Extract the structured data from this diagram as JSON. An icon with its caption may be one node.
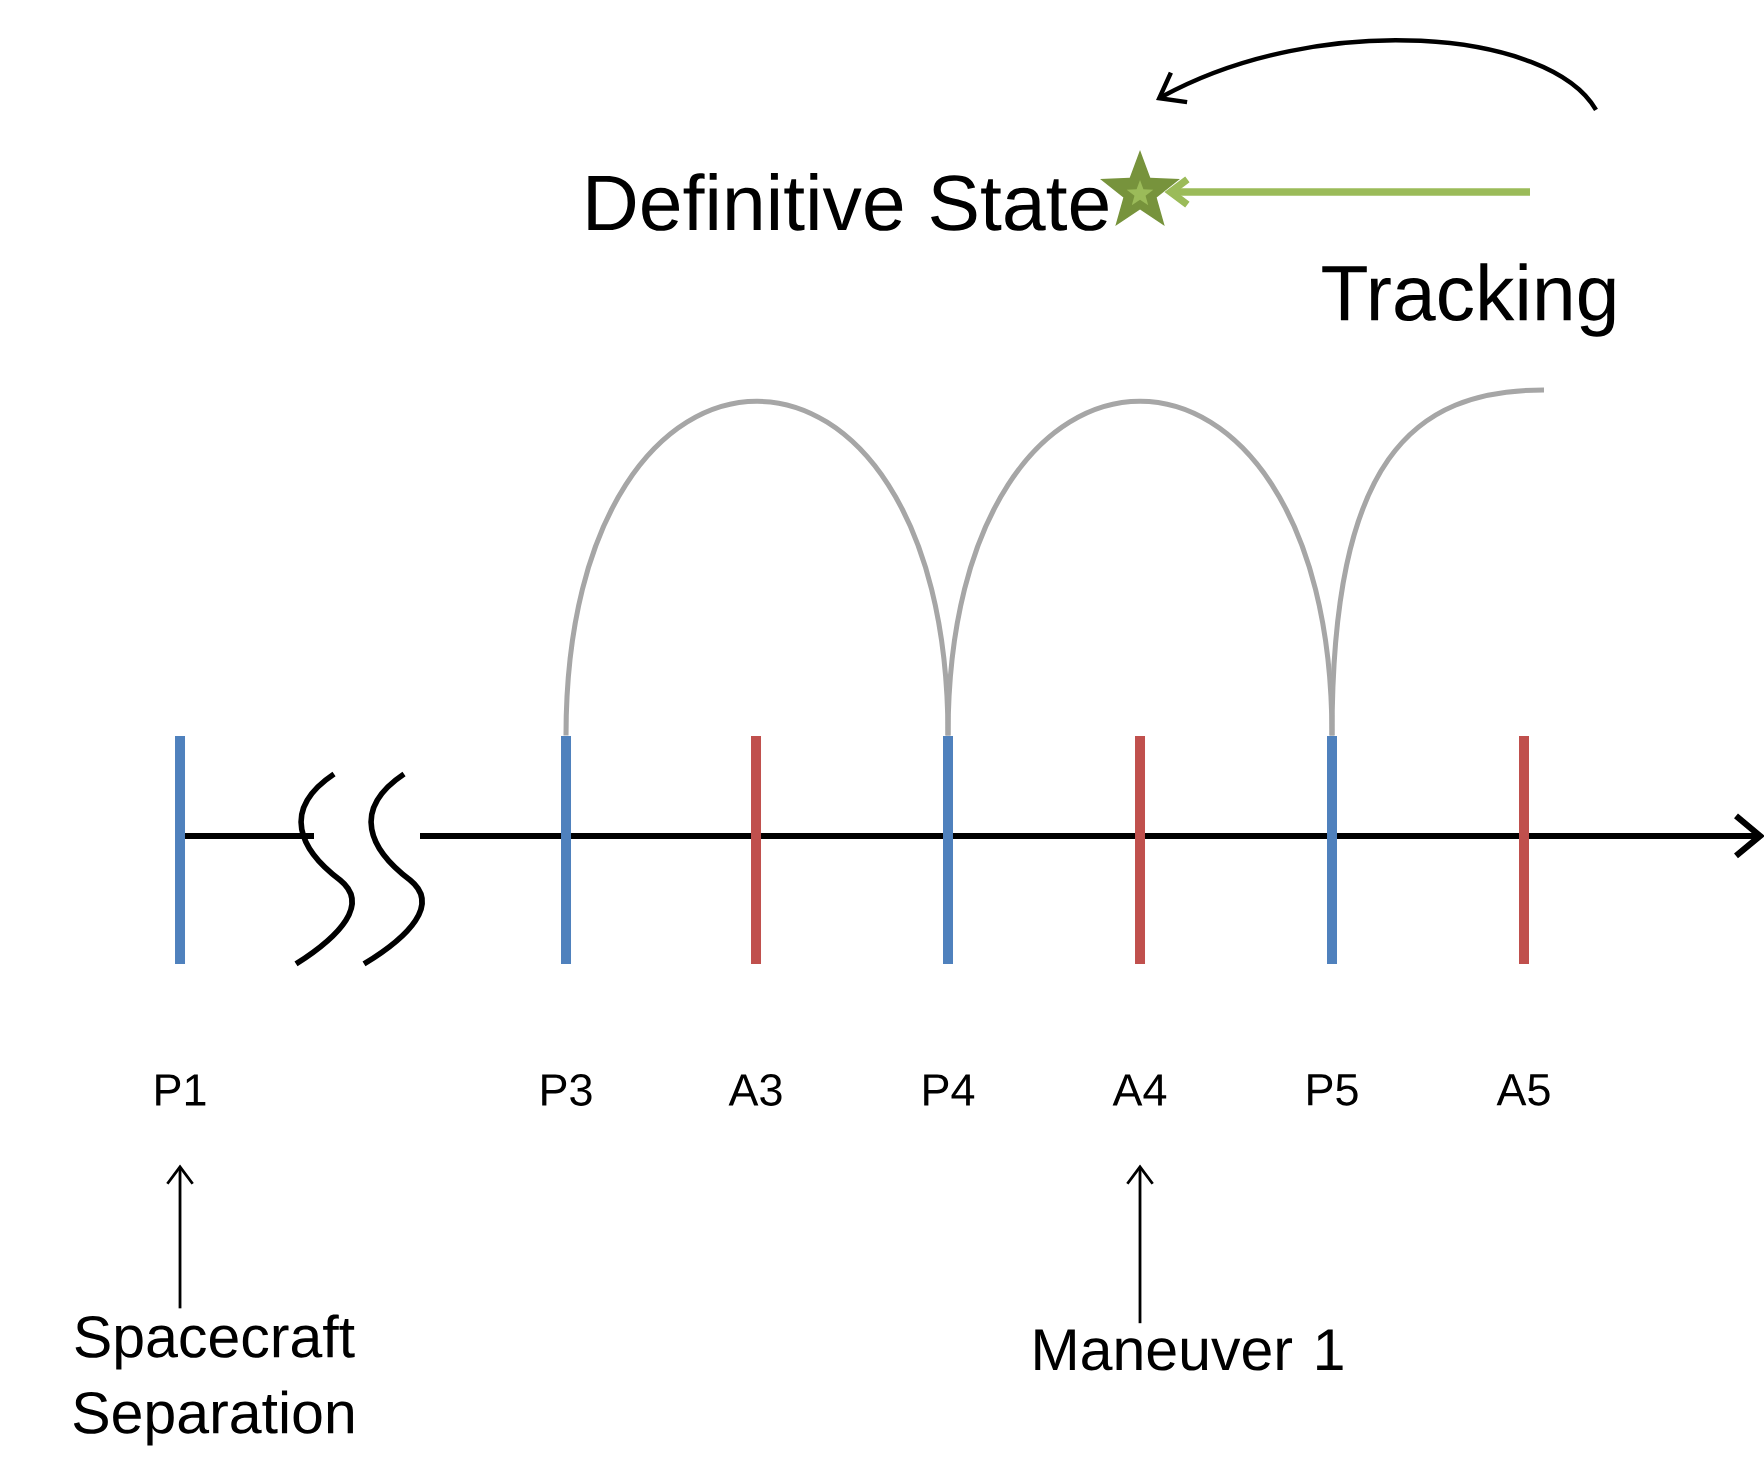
{
  "diagram": {
    "nodes": [
      {
        "text": [],
        "shape": "bar",
        "beside": [
          "P1"
        ]
      },
      {
        "text": [],
        "shape": "bar",
        "beside": [
          "P3"
        ]
      },
      {
        "text": [],
        "shape": "bar",
        "beside": [
          "A3"
        ]
      },
      {
        "text": [],
        "shape": "bar",
        "beside": [
          "P4"
        ]
      },
      {
        "text": [],
        "shape": "bar",
        "beside": [
          "A4"
        ]
      },
      {
        "text": [],
        "shape": "bar",
        "beside": [
          "P5"
        ]
      },
      {
        "text": [],
        "shape": "bar",
        "beside": [
          "A5"
        ]
      },
      {
        "text": [],
        "shape": "star",
        "beside": [
          "Definitive State"
        ]
      },
      {
        "text": [
          "Spacecraft Separation"
        ]
      },
      {
        "text": [
          "Maneuver 1"
        ]
      }
    ],
    "edges": [
      {
        "from": 8,
        "to": 0,
        "arrow": "to",
        "color": "#000000"
      },
      {
        "from": 9,
        "to": 4,
        "arrow": "to",
        "color": "#000000"
      },
      {
        "from": 1,
        "to": 3,
        "arrow": "none",
        "color": "#a6a6a6"
      },
      {
        "from": 3,
        "to": 5,
        "arrow": "none",
        "color": "#a6a6a6"
      },
      {
        "from": 5,
        "to": null,
        "arrow": "none",
        "color": "#a6a6a6"
      },
      {
        "from": null,
        "to": 7,
        "arrow": "to",
        "label": "Tracking",
        "color": "#9bbb59"
      }
    ]
  }
}
